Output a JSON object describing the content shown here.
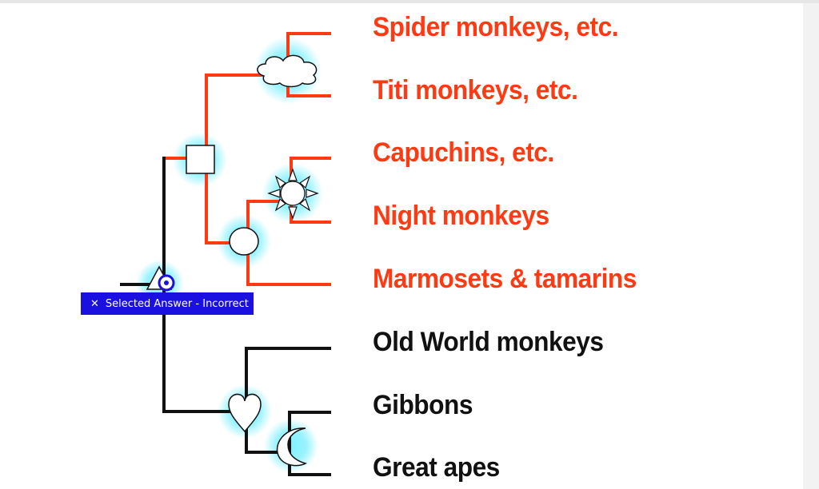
{
  "leaves": [
    {
      "label": "Spider monkeys, etc.",
      "color": "#ff3a12"
    },
    {
      "label": "Titi monkeys, etc.",
      "color": "#ff3a12"
    },
    {
      "label": "Capuchins, etc.",
      "color": "#ff3a12"
    },
    {
      "label": "Night monkeys",
      "color": "#ff3a12"
    },
    {
      "label": "Marmosets & tamarins",
      "color": "#ff3a12"
    },
    {
      "label": "Old World monkeys",
      "color": "#111111"
    },
    {
      "label": "Gibbons",
      "color": "#111111"
    },
    {
      "label": "Great apes",
      "color": "#111111"
    }
  ],
  "tooltip": {
    "icon": "close-icon",
    "text": "Selected Answer - Incorrect",
    "bg": "#1a10e0"
  },
  "colors": {
    "new_world": "#ff3a12",
    "old_world": "#111111",
    "glow": "#7ff0ff",
    "answer": "#1a10e0"
  },
  "markers": [
    "cloud",
    "square",
    "sun",
    "circle",
    "triangle",
    "heart",
    "crescent"
  ]
}
